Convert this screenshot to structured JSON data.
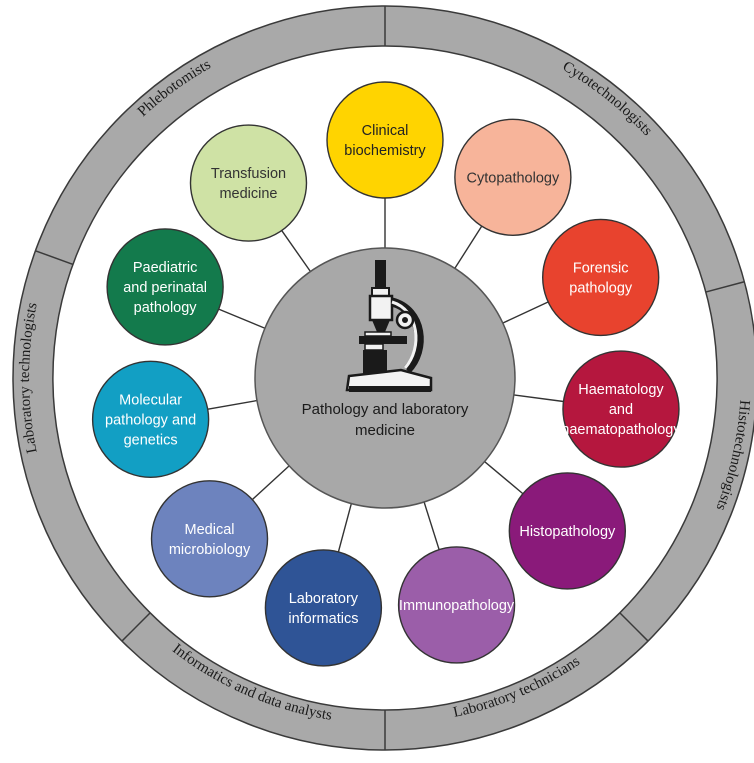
{
  "center": {
    "lines": [
      "Pathology and laboratory",
      "medicine"
    ],
    "icon": "microscope-icon",
    "fill": "#a8a8a8"
  },
  "ring": {
    "fill": "#a9a9a9",
    "segments": [
      {
        "label": "Cytotechnologists"
      },
      {
        "label": "Histotechnologists"
      },
      {
        "label": "Laboratory technicians"
      },
      {
        "label": "Informatics and data analysts"
      },
      {
        "label": "Laboratory technologists"
      },
      {
        "label": "Phlebotomists"
      }
    ]
  },
  "specialties": [
    {
      "lines": [
        "Clinical",
        "biochemistry"
      ],
      "color": "#ffd400",
      "text_color": "#222222"
    },
    {
      "lines": [
        "Cytopathology"
      ],
      "color": "#f7b49a",
      "text_color": "#333333"
    },
    {
      "lines": [
        "Forensic",
        "pathology"
      ],
      "color": "#e8432e",
      "text_color": "#ffffff"
    },
    {
      "lines": [
        "Haematology",
        "and",
        "haematopathology"
      ],
      "color": "#b5173e",
      "text_color": "#ffffff"
    },
    {
      "lines": [
        "Histopathology"
      ],
      "color": "#8a1a7a",
      "text_color": "#ffffff"
    },
    {
      "lines": [
        "Immunopathology"
      ],
      "color": "#9b5ea9",
      "text_color": "#ffffff"
    },
    {
      "lines": [
        "Laboratory",
        "informatics"
      ],
      "color": "#2f5496",
      "text_color": "#ffffff"
    },
    {
      "lines": [
        "Medical",
        "microbiology"
      ],
      "color": "#6d83be",
      "text_color": "#ffffff"
    },
    {
      "lines": [
        "Molecular",
        "pathology and",
        "genetics"
      ],
      "color": "#129fc4",
      "text_color": "#ffffff"
    },
    {
      "lines": [
        "Paediatric",
        "and perinatal",
        "pathology"
      ],
      "color": "#137a4c",
      "text_color": "#ffffff"
    },
    {
      "lines": [
        "Transfusion",
        "medicine"
      ],
      "color": "#cfe2a5",
      "text_color": "#333333"
    }
  ]
}
